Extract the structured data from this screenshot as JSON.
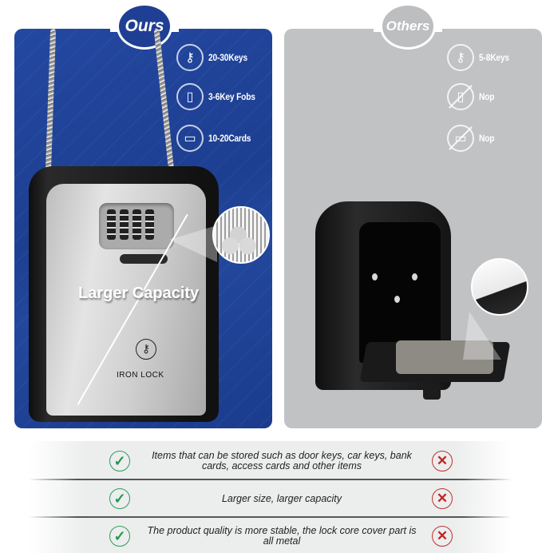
{
  "ours": {
    "badge": "Ours",
    "features": [
      {
        "icon": "keys-icon",
        "label": "20-30Keys"
      },
      {
        "icon": "key-fob-icon",
        "label": "3-6Key Fobs"
      },
      {
        "icon": "cards-icon",
        "label": "10-20Cards"
      }
    ],
    "capacity_label": "Larger Capacity",
    "brand": "IRON LOCK",
    "colors": {
      "panel": "#1f4296",
      "badge": "#1f3f94"
    }
  },
  "others": {
    "badge": "Others",
    "features": [
      {
        "icon": "keys-icon",
        "label": "5-8Keys"
      },
      {
        "icon": "key-fob-crossed-icon",
        "label": "Nop"
      },
      {
        "icon": "cards-crossed-icon",
        "label": "Nop"
      }
    ],
    "colors": {
      "panel": "#c1c2c4"
    }
  },
  "comparison": {
    "rows": [
      {
        "text": "Items that can be stored such as door keys, car keys, bank cards, access cards and other items",
        "ours": "check",
        "others": "cross"
      },
      {
        "text": "Larger size, larger capacity",
        "ours": "check",
        "others": "cross"
      },
      {
        "text": "The product quality is more stable, the lock core cover part is all metal",
        "ours": "check",
        "others": "cross"
      }
    ],
    "colors": {
      "check": "#1f9a4f",
      "cross": "#c02626"
    }
  },
  "icons": {
    "check": "✓",
    "cross": "✕",
    "key": "⚷",
    "fob": "▯",
    "card": "▭"
  }
}
